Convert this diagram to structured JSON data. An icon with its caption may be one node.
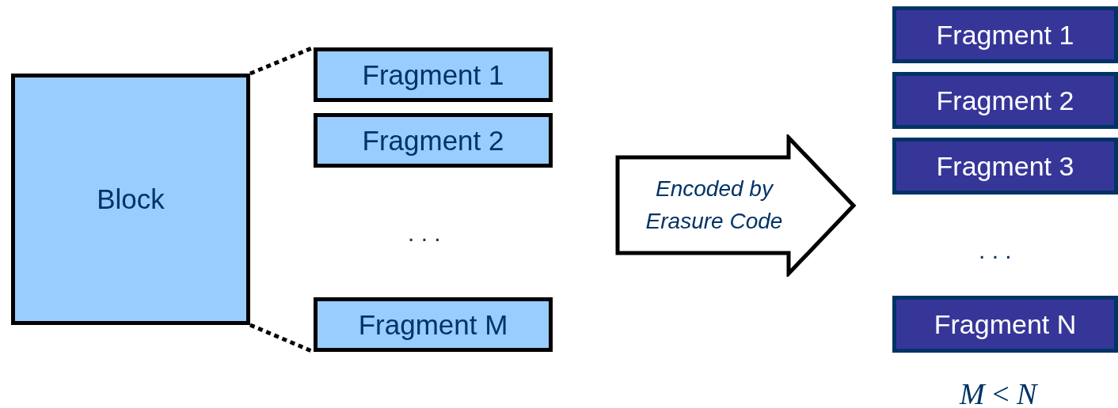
{
  "diagram": {
    "nodes": [
      {
        "text": [
          "Block"
        ]
      },
      {
        "text": [
          "Fragment 1"
        ]
      },
      {
        "text": [
          "Fragment 2"
        ]
      },
      {
        "text": [
          "Fragment M"
        ]
      },
      {
        "text": [
          "Encoded by Erasure Code"
        ]
      },
      {
        "text": [
          "Fragment 1"
        ]
      },
      {
        "text": [
          "Fragment 2"
        ]
      },
      {
        "text": [
          "Fragment 3"
        ]
      },
      {
        "text": [
          "Fragment N"
        ]
      }
    ],
    "edges": [
      {
        "from": 0,
        "to": 1,
        "arrow": "none",
        "style": "dashed"
      },
      {
        "from": 0,
        "to": 3,
        "arrow": "none",
        "style": "dashed"
      }
    ],
    "labels": [
      ". . .",
      ". . .",
      "*M* < *N*"
    ]
  }
}
